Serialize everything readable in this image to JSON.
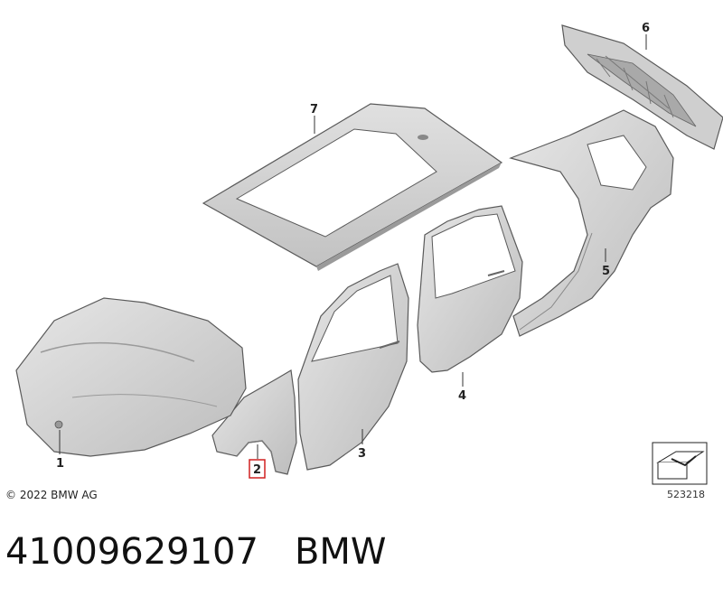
{
  "callouts": {
    "c1": "1",
    "c2": "2",
    "c3": "3",
    "c4": "4",
    "c5": "5",
    "c6": "6",
    "c7": "7"
  },
  "copyright": "© 2022 BMW AG",
  "diagram_number": "523218",
  "footer": {
    "part_number": "41009629107",
    "brand": "BMW"
  },
  "colors": {
    "panel_fill": "#d6d6d6",
    "panel_stroke": "#5a5a5a",
    "highlight_box": "#d12020"
  }
}
